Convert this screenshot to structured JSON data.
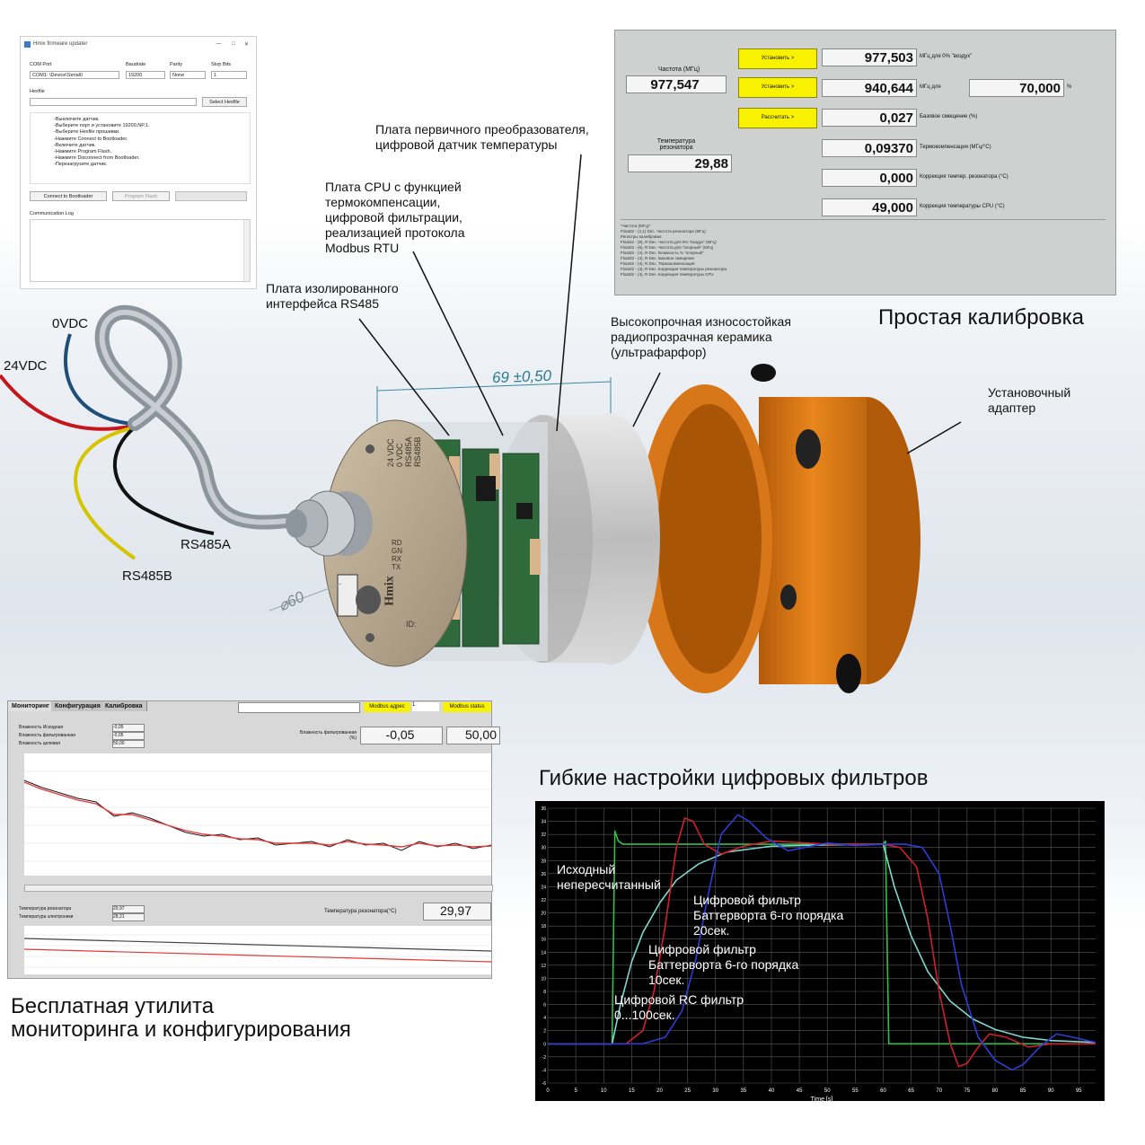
{
  "firmware_updater": {
    "title": "Hmix firmware updater",
    "com_port_label": "COM Port",
    "com_port_value": "COM1: \\Device\\Serial0",
    "baudrate_label": "Baudrate",
    "baudrate_value": "19200",
    "parity_label": "Parity",
    "parity_value": "None",
    "stopbits_label": "Stop Bits",
    "stopbits_value": "1",
    "hexfile_label": "Hexfile",
    "select_hexfile_button": "Select Hexfile",
    "instructions": [
      "-Выключите датчик.",
      "-Выберите порт и установите 19200,NP,1.",
      "-Выберите Hexfile прошивки.",
      "-Нажмите Connect to Bootloader.",
      "-Включите датчик.",
      "-Нажмите Program Flash.",
      "-Нажмите Disconnect from Bootloader.",
      "-Перезагрузите датчик."
    ],
    "connect_button": "Connect to Bootloader",
    "program_button": "Program Flash",
    "log_label": "Communication Log"
  },
  "calibration": {
    "freq_label": "Частота (МГц)",
    "freq_value": "977,547",
    "temp_label": "Температура резонатора",
    "temp_value": "29,88",
    "buttons": [
      "Установить >",
      "Установить >",
      "Рассчитать >"
    ],
    "rows": [
      {
        "value": "977,503",
        "caption": "МГц для 0% \"воздух\""
      },
      {
        "value": "940,644",
        "caption": "МГц для"
      },
      {
        "value": "0,027",
        "caption": "Базовое смещение (%)"
      },
      {
        "value": "0,09370",
        "caption": "Термокомпенсация (МГц/°C)"
      },
      {
        "value": "0,000",
        "caption": "Коррекция темпер. резонатора (°C)"
      },
      {
        "value": "49,000",
        "caption": "Коррекция температуры CPU (°C)"
      }
    ],
    "percent_value": "70,000",
    "percent_unit": "%",
    "notes": [
      "*Частота (МГц)*",
      "  Float32 - (4,1) Dec. Частота резонатора (МГц)",
      "Регистры калибровки:",
      "  Float32 - (8), R Dec. Частота для 0% \"воздух\" (МГц)",
      "  Float32 - (6), R Dec. Частота для \"опорный\" (МГц)",
      "  Float32 - (4), R Dec. Влажность % \"опорный\"",
      "  Float32 - (4), R Dec. Базовое смещение",
      "  Float32 - (4), R Dec. Термокомпенсация",
      "  Float32 - (4), R Dec. Коррекция температуры резонатора",
      "  Float32 - (4), R Dec. Коррекция температуры CPU"
    ]
  },
  "callouts": {
    "sensor_board": [
      "Плата первичного преобразователя,",
      "цифровой датчик температуры"
    ],
    "cpu_board": [
      "Плата CPU с функцией",
      "термокомпенсации,",
      "цифровой фильтрации,",
      "реализацией протокола",
      "Modbus RTU"
    ],
    "rs485_board": [
      "Плата изолированного",
      "интерфейса RS485"
    ],
    "ceramic": [
      "Высокопрочная износостойкая",
      "радиопрозрачная керамика",
      "(ультрафарфор)"
    ],
    "adapter": [
      "Установочный",
      "адаптер"
    ],
    "wire_0v": "0VDC",
    "wire_24v": "24VDC",
    "wire_a": "RS485A",
    "wire_b": "RS485B",
    "dimension_length": "69 ±0,50",
    "dimension_diameter": "⌀60",
    "brand": "Hmix",
    "connector_labels": [
      "24 VDC",
      "0 VDC",
      "RS485A",
      "RS485B"
    ],
    "led_labels": [
      "RD",
      "GN",
      "RX",
      "TX"
    ],
    "id_label": "ID:"
  },
  "headings": {
    "calibration": "Простая калибровка",
    "filters": "Гибкие настройки цифровых фильтров",
    "utility": [
      "Бесплатная утилита",
      "мониторинга и конфигурирования"
    ]
  },
  "monitoring": {
    "tabs": [
      "Мониторинг",
      "Конфигурация",
      "Калибровка"
    ],
    "series_labels": [
      "Влажность Исходная",
      "Влажность фильтрованная",
      "Влажность целевая"
    ],
    "series_values": [
      "-0,05",
      "-0,05",
      "50,00"
    ],
    "filtered_label": "Влажность фильтрованная (%)",
    "filtered_value": "-0,05",
    "target_value": "50,00",
    "modbus_addr_label": "Modbus адрес",
    "modbus_addr_value": "1",
    "modbus_status_label": "Modbus status",
    "temp_labels": [
      "Температура резонатора",
      "Температура электроники"
    ],
    "temp_values": [
      "29,97",
      "28,21"
    ],
    "resonator_temp_label": "Температура резонатора(°C)",
    "resonator_temp_value": "29,97"
  },
  "chart_data": {
    "type": "line",
    "xlabel": "Time [s]",
    "xlim": [
      0,
      98
    ],
    "ylim": [
      -6,
      36
    ],
    "x_ticks": [
      0,
      5,
      10,
      15,
      20,
      25,
      30,
      35,
      40,
      45,
      50,
      55,
      60,
      65,
      70,
      75,
      80,
      85,
      90,
      95
    ],
    "y_ticks": [
      -6,
      -4,
      -2,
      0,
      2,
      4,
      6,
      8,
      10,
      12,
      14,
      16,
      18,
      20,
      22,
      24,
      26,
      28,
      30,
      32,
      34,
      36
    ],
    "colors": {
      "raw": "#2ec04a",
      "rc": "#7fd8d0",
      "bw10": "#d0202a",
      "bw20": "#2a3fd8",
      "grid": "#5a5a5a"
    },
    "series": [
      {
        "key": "raw",
        "x": [
          0,
          11.5,
          12,
          12.6,
          13.4,
          60,
          60.4,
          61,
          98
        ],
        "y": [
          0,
          0,
          32.5,
          31,
          30.5,
          30.5,
          31,
          0,
          0
        ]
      },
      {
        "key": "rc",
        "x": [
          0,
          11.5,
          13,
          15,
          17,
          20,
          23,
          27,
          32,
          40,
          50,
          60,
          62,
          65,
          68,
          72,
          76,
          80,
          85,
          90,
          98
        ],
        "y": [
          0,
          0,
          6,
          12.5,
          17,
          21.5,
          25,
          27.5,
          29.3,
          30.2,
          30.4,
          30.5,
          24,
          16.5,
          11,
          6.5,
          3.8,
          2.2,
          1,
          0.5,
          0.2
        ]
      },
      {
        "key": "bw10",
        "x": [
          0,
          14,
          17,
          19,
          21,
          23,
          24.5,
          26,
          28,
          31,
          35,
          40,
          50,
          60,
          63,
          66,
          68,
          70,
          72,
          73.5,
          75,
          77,
          79,
          82,
          86,
          90,
          98
        ],
        "y": [
          0,
          0,
          2,
          8,
          18,
          30,
          34.5,
          34,
          30.5,
          29,
          30.2,
          31,
          30.5,
          30.5,
          30,
          27,
          19,
          8,
          0,
          -3.5,
          -3,
          -0.5,
          1.5,
          1,
          -0.5,
          0,
          0
        ]
      },
      {
        "key": "bw20",
        "x": [
          0,
          17,
          21,
          24,
          26.5,
          28.5,
          31,
          34,
          36,
          39,
          43,
          46,
          50,
          55,
          60,
          64,
          67,
          70,
          72,
          74,
          77,
          80,
          83,
          85,
          88,
          91,
          94,
          98
        ],
        "y": [
          0,
          0,
          1,
          5,
          13,
          22,
          32,
          35,
          34,
          31.5,
          29.5,
          30,
          30.7,
          30.3,
          30.5,
          30.5,
          30,
          26,
          18,
          9,
          1,
          -2.5,
          -4,
          -3.2,
          -0.5,
          1.5,
          1,
          0.2
        ]
      }
    ],
    "annotations": {
      "raw": [
        "Исходный",
        "непересчитанный"
      ],
      "bw20": [
        "Цифровой фильтр",
        "Баттерворта 6-го порядка",
        "20сек."
      ],
      "bw10": [
        "Цифровой фильтр",
        "Баттерворта 6-го порядка",
        "10сек."
      ],
      "rc": [
        "Цифровой RC фильтр",
        "0...100сек."
      ]
    }
  }
}
